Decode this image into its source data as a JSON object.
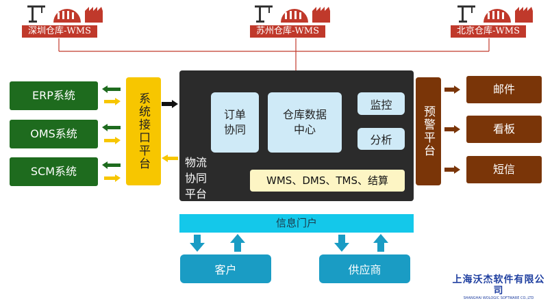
{
  "warehouses": [
    {
      "label": "深圳仓库-WMS",
      "icon": "crane-factory-icon"
    },
    {
      "label": "苏州仓库-WMS",
      "icon": "crane-factory-icon"
    },
    {
      "label": "北京仓库-WMS",
      "icon": "crane-factory-icon"
    }
  ],
  "external_systems": [
    "ERP系统",
    "OMS系统",
    "SCM系统"
  ],
  "interface_platform": "系统接口平台",
  "collab_platform": {
    "label_line1": "物流",
    "label_line2": "协同",
    "label_line3": "平台",
    "order_line1": "订单",
    "order_line2": "协同",
    "datacenter_line1": "仓库数据",
    "datacenter_line2": "中心",
    "monitor": "监控",
    "analysis": "分析",
    "modules": "WMS、DMS、TMS、结算"
  },
  "alert_platform": "预警平台",
  "alert_outputs": [
    "邮件",
    "看板",
    "短信"
  ],
  "info_portal": "信息门户",
  "portal_users": [
    "客户",
    "供应商"
  ],
  "company_name": "上海沃杰软件有限公司",
  "company_name_en": "SHANGHAI WOLOGIC SOFTWARE CO.,LTD",
  "colors": {
    "warehouse_red": "#c0392b",
    "system_green": "#1e6b1e",
    "interface_yellow": "#f7c600",
    "platform_dark": "#2b2b2b",
    "alert_brown": "#7a3508",
    "portal_cyan": "#14c8ea",
    "user_teal": "#1a9cc4",
    "company_blue": "#1f3fa0"
  }
}
